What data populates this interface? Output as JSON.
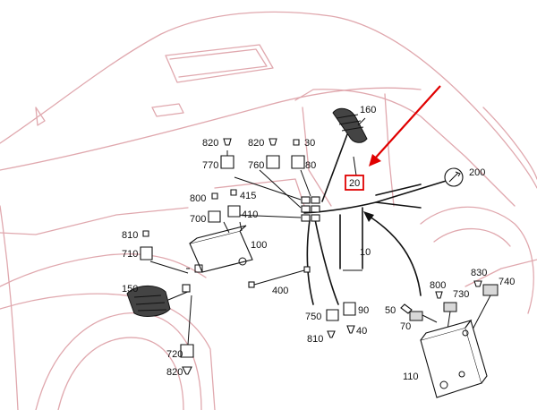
{
  "labels": {
    "p820a": "820",
    "p820b": "820",
    "p30": "30",
    "p770": "770",
    "p760": "760",
    "p80": "80",
    "p800a": "800",
    "p415": "415",
    "p700": "700",
    "p410": "410",
    "p810a": "810",
    "p710": "710",
    "p100": "100",
    "p150": "150",
    "p160": "160",
    "p20": "20",
    "p200": "200",
    "p10": "10",
    "p400": "400",
    "p750": "750",
    "p90": "90",
    "p810b": "810",
    "p40": "40",
    "p720": "720",
    "p820c": "820",
    "p800b": "800",
    "p730": "730",
    "p830": "830",
    "p740": "740",
    "p50": "50",
    "p70": "70",
    "p110": "110"
  },
  "highlight": {
    "label": "20",
    "color": "#e00000"
  },
  "colors": {
    "car_outline": "#e0a8ae",
    "parts": "#111111",
    "highlight": "#e00000"
  }
}
